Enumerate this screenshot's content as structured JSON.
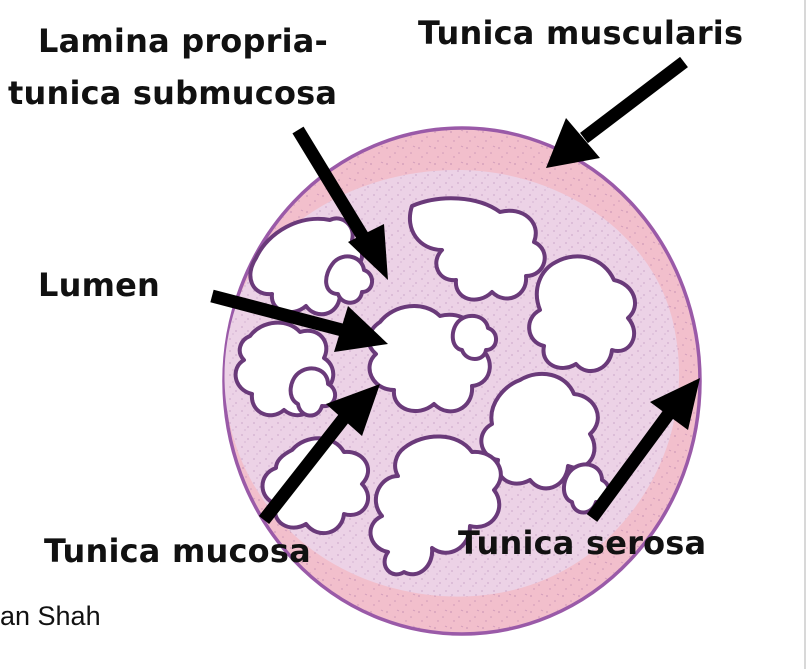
{
  "labels": {
    "lamina_line1": "Lamina propria-",
    "lamina_line2": "tunica submucosa",
    "muscularis": "Tunica muscularis",
    "lumen": "Lumen",
    "mucosa": "Tunica mucosa",
    "serosa": "Tunica serosa"
  },
  "credit": "an Shah",
  "colors": {
    "muscularis": "#f2bfcc",
    "submucosa": "#ecd2e6",
    "epithelium": "#6a3a7a",
    "outer_edge": "#9a5aa8",
    "lumen": "#ffffff",
    "arrow": "#000000"
  }
}
